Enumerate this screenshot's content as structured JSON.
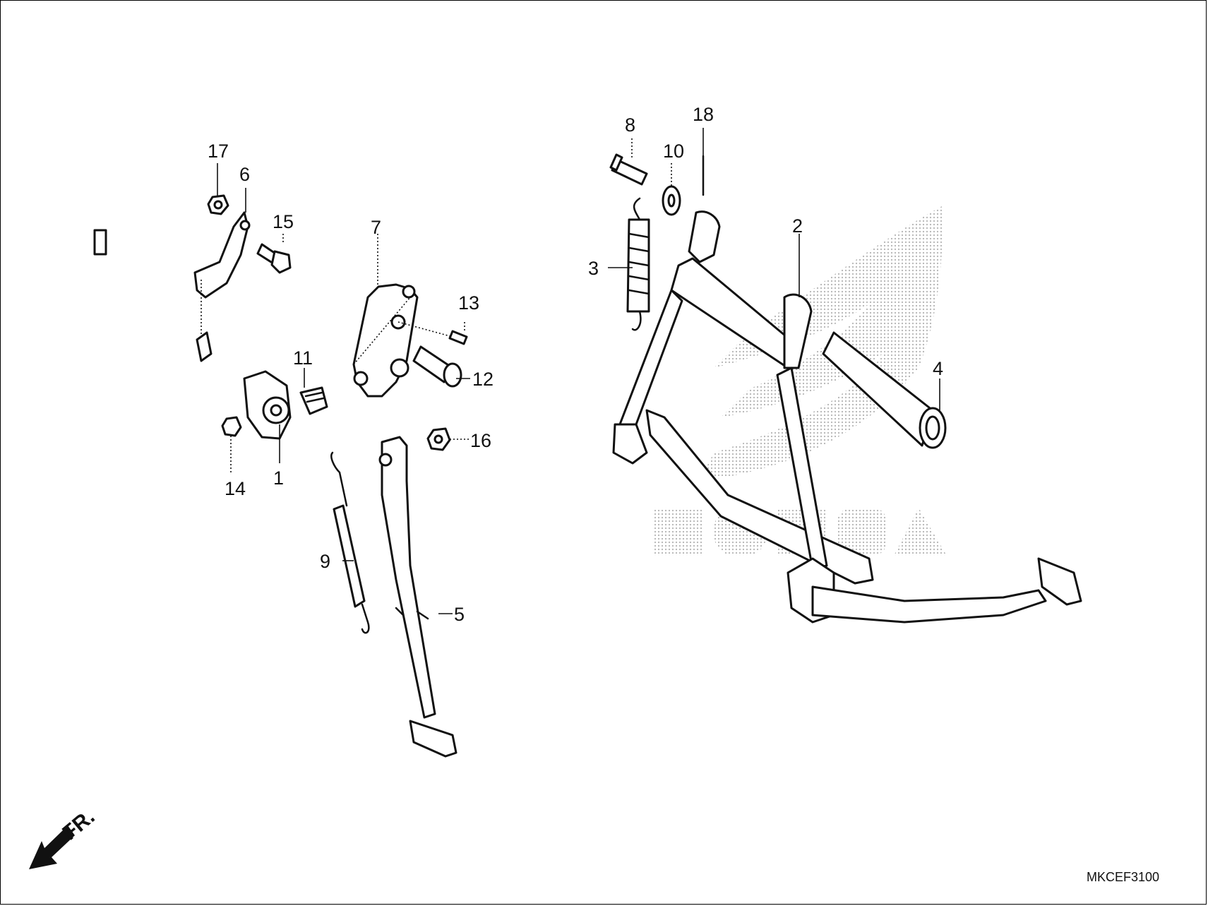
{
  "diagram": {
    "callouts": {
      "c1": "1",
      "c2": "2",
      "c3": "3",
      "c4": "4",
      "c5": "5",
      "c6": "6",
      "c7": "7",
      "c8": "8",
      "c9": "9",
      "c10": "10",
      "c11": "11",
      "c12": "12",
      "c13": "13",
      "c14": "14",
      "c15": "15",
      "c16": "16",
      "c17": "17",
      "c18": "18"
    },
    "direction_label": "FR.",
    "diagram_code": "MKCEF3100"
  },
  "colors": {
    "line": "#111111",
    "background": "#ffffff",
    "watermark": "#9a9a9a"
  },
  "watermark": {
    "text": "HONDA",
    "icon": "honda-wing-icon"
  }
}
